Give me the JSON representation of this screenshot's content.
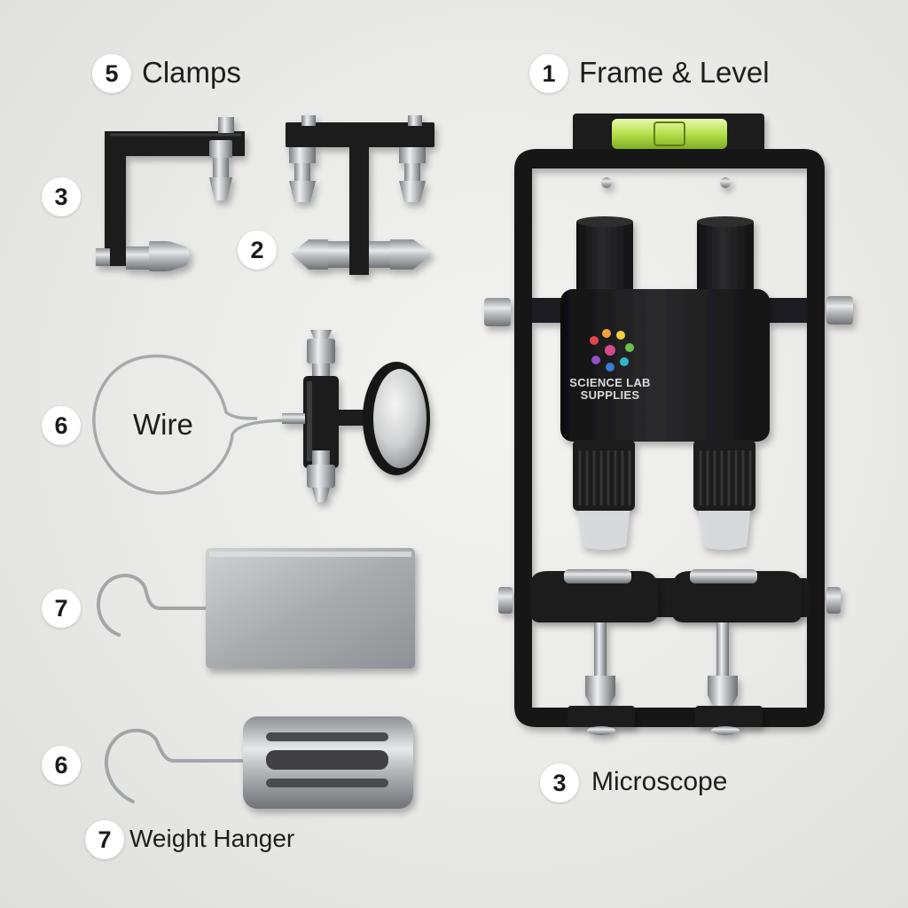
{
  "labels": {
    "clamps": {
      "number": "5",
      "text": "Clamps"
    },
    "clamp_small": {
      "number": "3"
    },
    "clamp_double": {
      "number": "2"
    },
    "frame_level": {
      "number": "1",
      "text": "Frame & Level"
    },
    "wire": {
      "number": "6",
      "text": "Wire"
    },
    "hook_block": {
      "number": "7"
    },
    "hook_cylinder": {
      "number": "6"
    },
    "weight_hanger": {
      "number": "7",
      "text": "Weight Hanger"
    },
    "microscope": {
      "number": "3",
      "text": "Microscope"
    }
  },
  "brand": {
    "line1": "SCIENCE LAB",
    "line2": "SUPPLIES"
  },
  "colors": {
    "background": "#e9e9e7",
    "metal_black": "#1c1c1c",
    "steel": "#b9bcbf",
    "level_fluid": "#b5e04a"
  },
  "icons": [
    "clamp-icon",
    "spirit-level-icon",
    "microscope-icon",
    "wire-loop-icon",
    "mirror-icon",
    "hook-icon",
    "weight-block-icon",
    "weight-cylinder-icon",
    "logo-icon"
  ]
}
